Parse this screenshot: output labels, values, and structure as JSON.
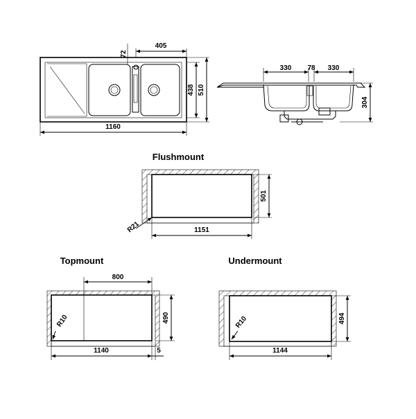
{
  "top_view": {
    "dim_width": "1160",
    "dim_depth_outer": "510",
    "dim_depth_inner": "438",
    "dim_bowls": "405",
    "dim_72": "72"
  },
  "side_view": {
    "dim_bowl_left": "330",
    "dim_gap": "78",
    "dim_bowl_right": "330",
    "dim_height": "304"
  },
  "flushmount": {
    "title": "Flushmount",
    "dim_width": "1151",
    "dim_depth": "501",
    "radius": "R21"
  },
  "topmount": {
    "title": "Topmount",
    "dim_top": "800",
    "dim_width": "1140",
    "dim_depth": "490",
    "dim_offset": "5",
    "radius": "R10"
  },
  "undermount": {
    "title": "Undermount",
    "dim_width": "1144",
    "dim_depth": "494",
    "radius": "R10"
  }
}
